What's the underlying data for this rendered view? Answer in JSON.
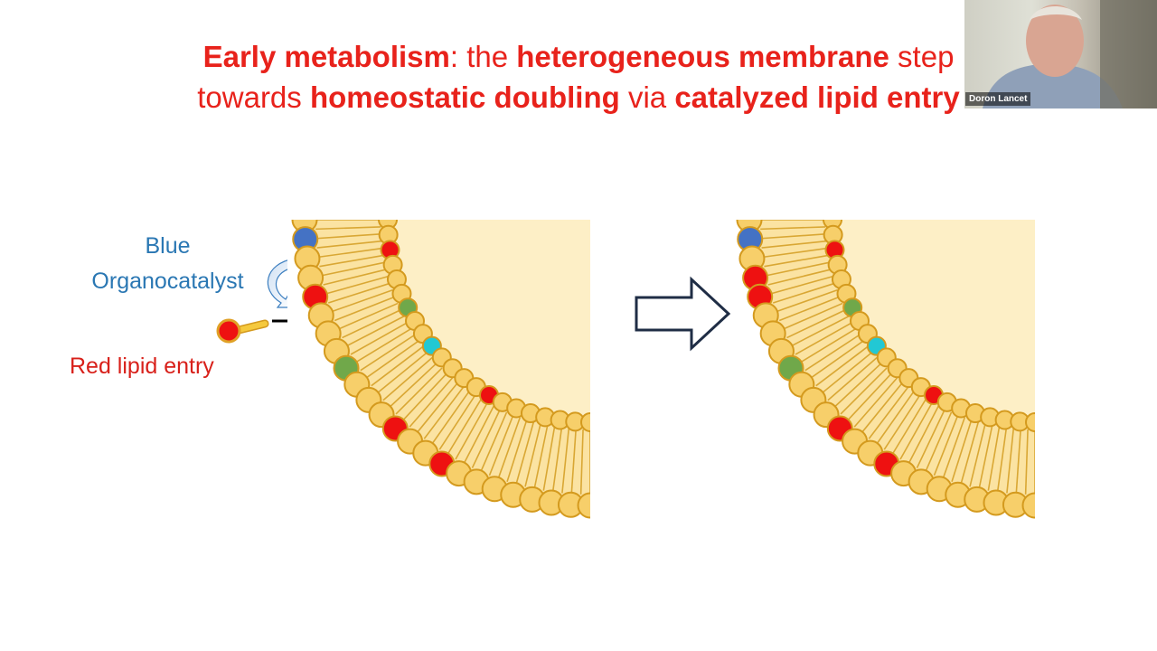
{
  "slide": {
    "title_line1": [
      {
        "text": "Early metabolism",
        "bold": true
      },
      {
        "text": ": the ",
        "bold": false
      },
      {
        "text": "heterogeneous membrane",
        "bold": true
      },
      {
        "text": " step",
        "bold": false
      }
    ],
    "title_line2": [
      {
        "text": "towards ",
        "bold": false
      },
      {
        "text": "homeostatic doubling",
        "bold": true
      },
      {
        "text": " via ",
        "bold": false
      },
      {
        "text": "catalyzed lipid entry",
        "bold": true
      }
    ],
    "label_catalyst_line1": "Blue",
    "label_catalyst_line2": "Organocatalyst",
    "label_lipid_entry": "Red lipid entry"
  },
  "webcam": {
    "participant_name": "Doron Lancet"
  },
  "colors": {
    "title": "#e8221b",
    "blue_label": "#2a77b3",
    "red_label": "#d8201a",
    "vesicle_interior": "#fdefc6",
    "lipid_head": "#f7cf6a",
    "lipid_outline": "#d49a1e",
    "red_lipid": "#ee1111",
    "blue_lipid": "#4472c4",
    "green_lipid": "#70a84a",
    "cyan_lipid": "#22c8d4",
    "arrow_outline": "#1f2d45"
  },
  "icons": [
    "curved-arrow-icon",
    "black-arrow-icon",
    "big-right-arrow-icon",
    "lipid-molecule-icon"
  ]
}
